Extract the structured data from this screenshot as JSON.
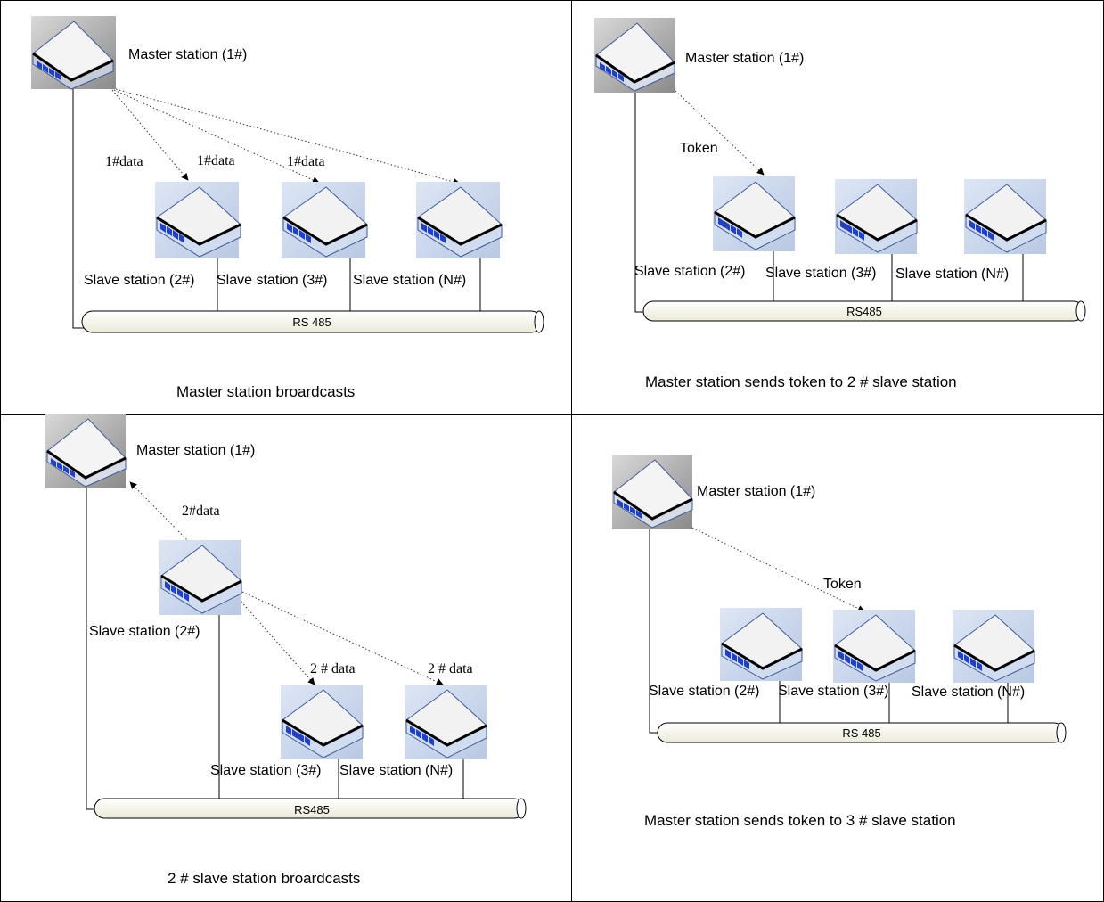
{
  "panels": [
    {
      "id": "p1",
      "master": {
        "label": "Master station (1#)"
      },
      "arrow_labels": [
        "1#data",
        "1#data",
        "1#data"
      ],
      "slaves": [
        "Slave station (2#)",
        "Slave station (3#)",
        "Slave station (N#)"
      ],
      "bus": "RS 485",
      "caption": "Master station broardcasts"
    },
    {
      "id": "p2",
      "master": {
        "label": "Master station (1#)"
      },
      "token_label": "Token",
      "slaves": [
        "Slave station (2#)",
        "Slave station (3#)",
        "Slave station (N#)"
      ],
      "bus": "RS485",
      "caption": "Master station sends token to 2 # slave station"
    },
    {
      "id": "p3",
      "master": {
        "label": "Master station (1#)"
      },
      "arrow_labels": [
        "2#data",
        "2 # data",
        "2 # data"
      ],
      "slaves": [
        "Slave station (2#)",
        "Slave station (3#)",
        "Slave station (N#)"
      ],
      "bus": "RS485",
      "caption": "2 # slave station broardcasts"
    },
    {
      "id": "p4",
      "master": {
        "label": "Master station (1#)"
      },
      "token_label": "Token",
      "slaves": [
        "Slave station (2#)",
        "Slave station (3#)",
        "Slave station (N#)"
      ],
      "bus": "RS 485",
      "caption": "Master station sends token to 3 # slave station"
    }
  ],
  "colors": {
    "grid_line": "#000000",
    "device_top": "#f2f2f2",
    "device_side": "#cfd8e6",
    "device_edge": "#3c5a99",
    "port_blue": "#1f3fcf",
    "bus_fill": "#fbfbf2"
  }
}
